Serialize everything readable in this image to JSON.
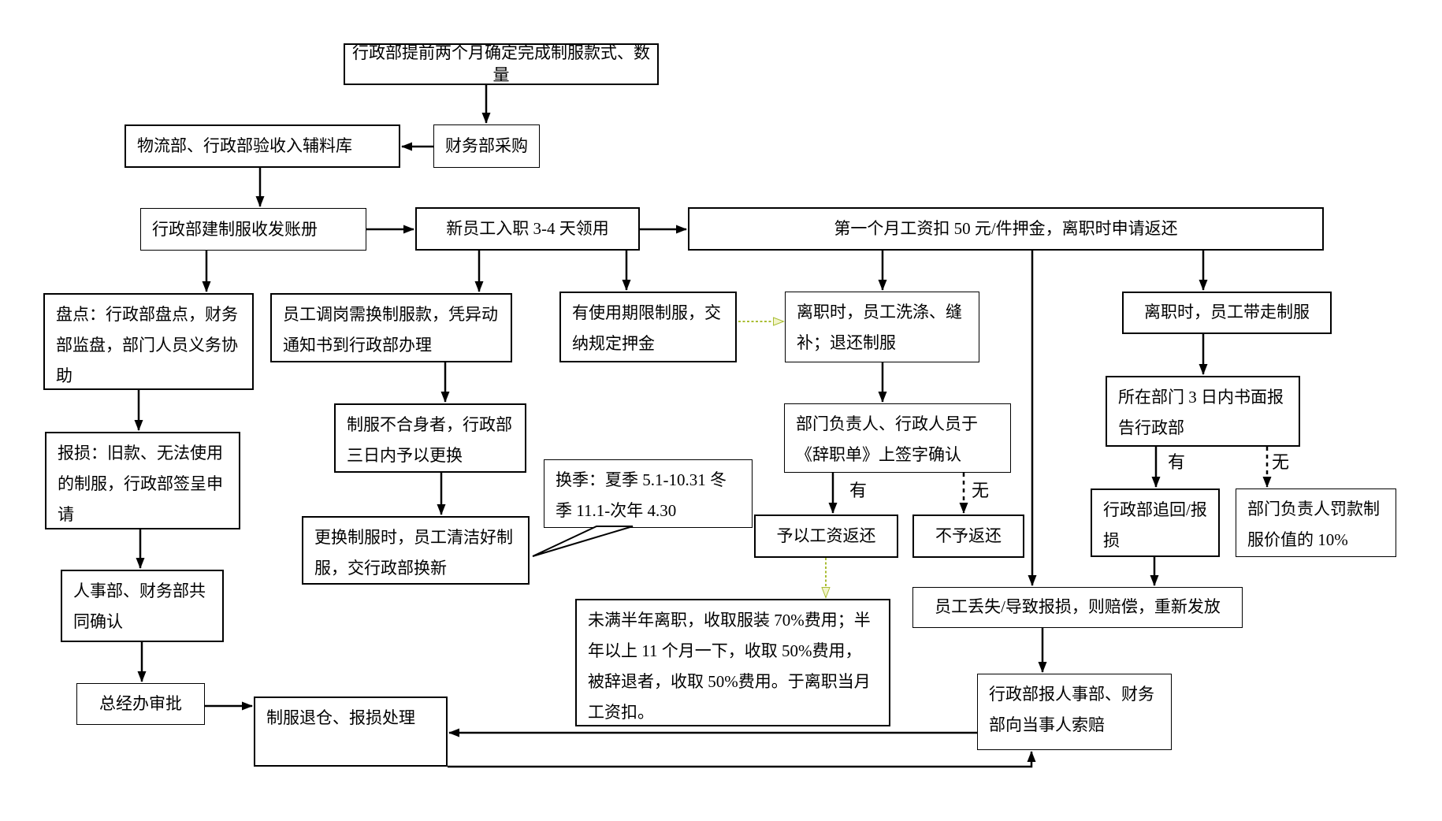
{
  "diagram": {
    "nodes": {
      "confirm_style": {
        "text": "行政部提前两个月确定完成制服款式、数量"
      },
      "warehouse_in": {
        "text": "物流部、行政部验收入辅料库"
      },
      "purchase": {
        "text": "财务部采购"
      },
      "ledger": {
        "text": "行政部建制服收发账册"
      },
      "new_employee": {
        "text": "新员工入职 3-4 天领用"
      },
      "deposit": {
        "text": "第一个月工资扣 50 元/件押金，离职时申请返还"
      },
      "inventory": {
        "text": "盘点：行政部盘点，财务部监盘，部门人员义务协助"
      },
      "damage_report": {
        "text": "报损：旧款、无法使用的制服，行政部签呈申请"
      },
      "hr_confirm": {
        "text": "人事部、财务部共同确认"
      },
      "gm_approve": {
        "text": "总经办审批"
      },
      "uniform_return": {
        "text": "制服退仓、报损处理"
      },
      "transfer": {
        "text": "员工调岗需换制服款，凭异动通知书到行政部办理"
      },
      "unfit": {
        "text": "制服不合身者，行政部三日内予以更换"
      },
      "replace_clean": {
        "text": "更换制服时，员工清洁好制服，交行政部换新"
      },
      "season_note": {
        "text": "换季：夏季 5.1-10.31 冬季 11.1-次年 4.30"
      },
      "limited_term": {
        "text": "有使用期限制服，交纳规定押金"
      },
      "resign_wash": {
        "text": "离职时，员工洗涤、缝补；退还制服"
      },
      "sign_confirm": {
        "text": "部门负责人、行政人员于《辞职单》上签字确认"
      },
      "refund": {
        "text": "予以工资返还"
      },
      "no_refund": {
        "text": "不予返还"
      },
      "fee_rule": {
        "text": "未满半年离职，收取服装 70%费用；半年以上 11 个月一下，收取 50%费用，被辞退者，收取 50%费用。于离职当月工资扣。"
      },
      "take_away": {
        "text": "离职时，员工带走制服"
      },
      "report_3days": {
        "text": "所在部门 3 日内书面报告行政部"
      },
      "recover": {
        "text": "行政部追回/报损"
      },
      "fine_10": {
        "text": "部门负责人罚款制服价值的 10%"
      },
      "lost_compensate": {
        "text": "员工丢失/导致报损，则赔偿，重新发放"
      },
      "claim": {
        "text": "行政部报人事部、财务部向当事人索赔"
      }
    },
    "edge_labels": {
      "sign_yes": "有",
      "sign_no": "无",
      "report_yes": "有",
      "report_no": "无"
    },
    "colors": {
      "line": "#000000",
      "highlight_arrow": "#a9bd33",
      "highlight_arrow_fill": "#f2f4c8",
      "box_background": "#ffffff"
    }
  }
}
